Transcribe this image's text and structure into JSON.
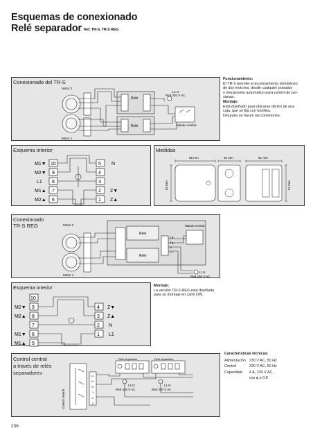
{
  "header": {
    "title_line1": "Esquemas de conexionado",
    "title_line2": "Relé separador",
    "ref": "Ref. TR-S, TR-S REG"
  },
  "panel1": {
    "label": "Conexionado del TR-S",
    "motor_top": "Motor 2",
    "motor_bottom": "Motor 1",
    "rele": "Relé",
    "rele2": "Relé",
    "supply": "L1 N",
    "supply2": "Red 230 V AC",
    "mando": "Mando central"
  },
  "funcionamiento": {
    "heading": "Funcionamiento:",
    "text": [
      "El TR-S permite el accionamiento simultáneo",
      "de dos motores, desde cualquier pulsador",
      "o mecanismo automático para control de per-",
      "sianas."
    ],
    "montaje_heading": "Montaje:",
    "montaje_text": [
      "Está diseñado para ubicarse dentro de una",
      "caja, que se fija con tornillos.",
      "Después se hacen las conexiones."
    ]
  },
  "panel2": {
    "label": "Esquema interior",
    "rows": [
      {
        "left_label": "M1▼",
        "left_num": "10",
        "right_num": "5",
        "right_label": "N"
      },
      {
        "left_label": "M2▼",
        "left_num": "9",
        "right_num": "4",
        "right_label": ""
      },
      {
        "left_label": "L1",
        "left_num": "8",
        "right_num": "3",
        "right_label": ""
      },
      {
        "left_label": "M1▲",
        "left_num": "7",
        "right_num": "2",
        "right_label": "Z▼"
      },
      {
        "left_label": "M2▲",
        "left_num": "6",
        "right_num": "1",
        "right_label": "Z▲"
      }
    ]
  },
  "panel3": {
    "label": "Medidas",
    "dim_width": "65 mm",
    "dim_height": "65 mm",
    "dim_depth": "36 mm",
    "dim_width2": "51 mm",
    "dim_height2": "51 mm"
  },
  "panel4": {
    "label_line1": "Conexionado",
    "label_line2": "TR-S REG",
    "motor_top": "Motor 2",
    "motor_bottom": "Motor 1",
    "rele": "Relé",
    "rele2": "Relé",
    "mando": "Mando central",
    "supply": "L1 N",
    "supply2": "Red 230 V AC",
    "terms": [
      "Z▼",
      "Z▲",
      "N",
      "L1"
    ]
  },
  "panel5": {
    "label": "Esquema interior",
    "top_num": "10",
    "rows": [
      {
        "left_label": "M2▼",
        "left_num": "9",
        "right_num": "4",
        "right_label": "Z▼"
      },
      {
        "left_label": "M2▲",
        "left_num": "8",
        "right_num": "3",
        "right_label": "Z▲"
      },
      {
        "left_label": "",
        "left_num": "7",
        "right_num": "2",
        "right_label": "N"
      },
      {
        "left_label": "M1▼",
        "left_num": "6",
        "right_num": "1",
        "right_label": "L1"
      },
      {
        "left_label": "M1▲",
        "left_num": "5",
        "right_num": "",
        "right_label": ""
      }
    ]
  },
  "montaje2": {
    "heading": "Montaje:",
    "text": [
      "La versión TR-S REG está diseñada",
      "para su montaje en carril DIN."
    ]
  },
  "panel6": {
    "label_line1": "Control central",
    "label_line2": "a través de relés",
    "label_line3": "separadores",
    "mando": "Control central",
    "rele_a": "Relé separador",
    "rele_b": "Relé separador",
    "supply_a": "L1 N",
    "supply_a2": "Red 230 V AC",
    "supply_b": "L1 N",
    "supply_b2": "Red 230 V AC",
    "terms": [
      "L1",
      "N",
      "N",
      "1",
      "2",
      "3"
    ]
  },
  "specs": {
    "heading": "Características técnicas:",
    "rows": [
      {
        "k": "Alimentación",
        "v": "230 V AC, 50 Hz"
      },
      {
        "k": "Control",
        "v": "230 V AC, 50 Hz"
      },
      {
        "k": "Capacidad",
        "v": "4 A, 230 V AC,"
      },
      {
        "k": "",
        "v": "cos φ ≥ 0,8"
      }
    ]
  },
  "footer": {
    "page": "236"
  }
}
